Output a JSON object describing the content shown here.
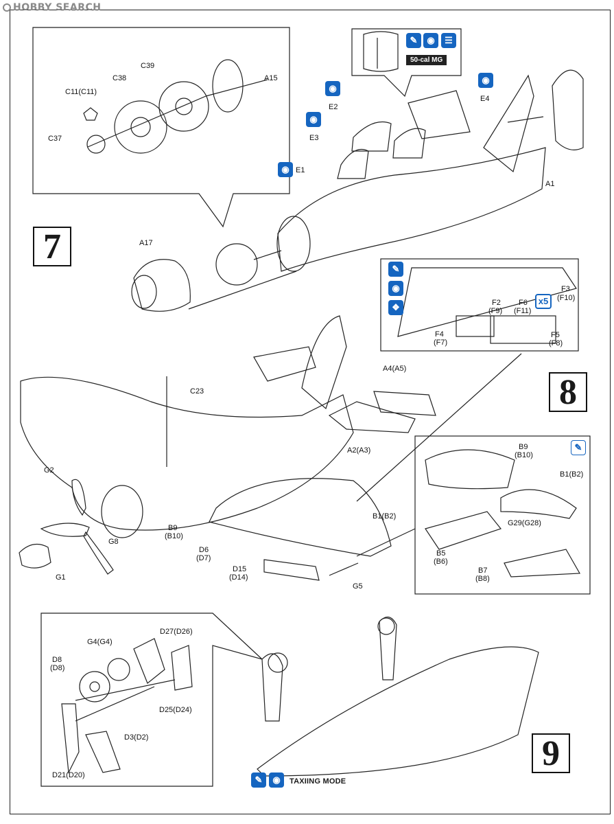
{
  "watermark": {
    "text": "HOBBY SEARCH"
  },
  "steps": {
    "s7": "7",
    "s8": "8",
    "s9": "9"
  },
  "tags": {
    "mg": "50-cal MG",
    "taxi": "TAXIING MODE"
  },
  "icons": {
    "brush": "brush-icon",
    "color": "color-icon",
    "stripes": "stripes-icon",
    "drop": "drop-icon",
    "times5": "x5"
  },
  "parts": {
    "a15": "A15",
    "c39": "C39",
    "c38": "C38",
    "c11": "C11(C11)",
    "c37": "C37",
    "e1": "E1",
    "e2": "E2",
    "e3": "E3",
    "e4": "E4",
    "a1": "A1",
    "a17": "A17",
    "f2": "F2",
    "f2b": "(F9)",
    "f3": "F3",
    "f3b": "(F10)",
    "f4": "F4",
    "f4b": "(F7)",
    "f5": "F5",
    "f5b": "(F8)",
    "f6": "F6",
    "f6b": "(F11)",
    "c23": "C23",
    "a4": "A4(A5)",
    "a2": "A2(A3)",
    "g2": "G2",
    "g8": "G8",
    "g1": "G1",
    "b9": "B9",
    "b9b": "(B10)",
    "d6": "D6",
    "d6b": "(D7)",
    "d15": "D15",
    "d15b": "(D14)",
    "b1": "B1(B2)",
    "g5": "G5",
    "b9r": "B9",
    "b9rb": "(B10)",
    "b1r": "B1(B2)",
    "g29": "G29(G28)",
    "b5": "B5",
    "b5b": "(B6)",
    "b7": "B7",
    "b7b": "(B8)",
    "g4": "G4(G4)",
    "d27": "D27(D26)",
    "d8": "D8",
    "d8b": "(D8)",
    "d25": "D25(D24)",
    "d3": "D3(D2)",
    "d21": "D21(D20)"
  }
}
